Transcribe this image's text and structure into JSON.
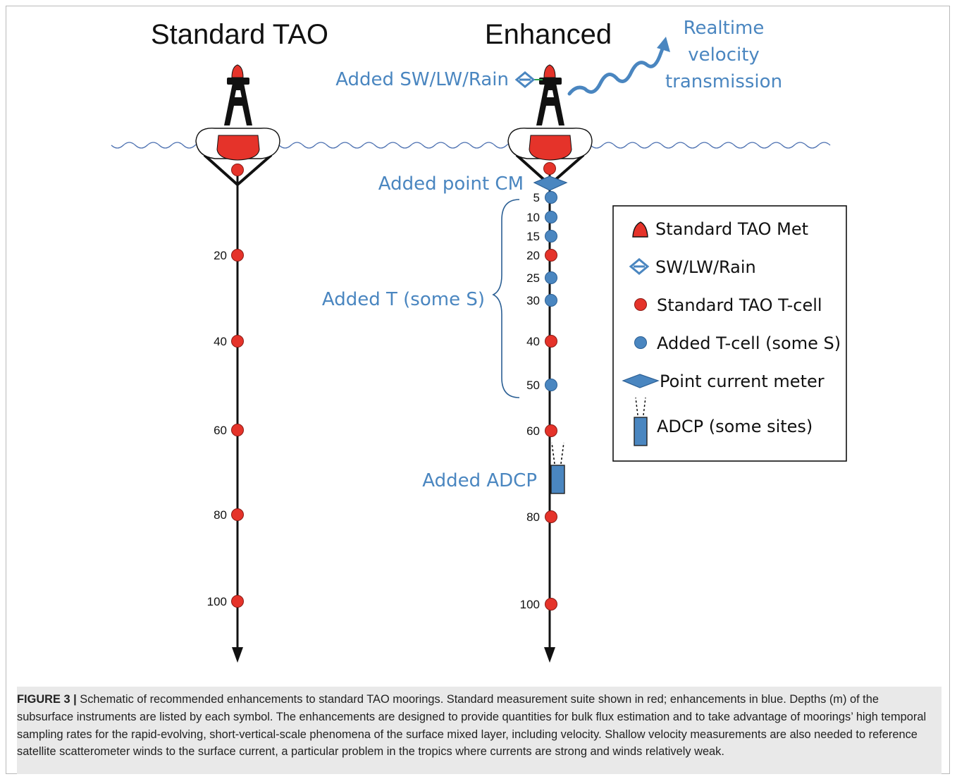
{
  "titles": {
    "standard": "Standard TAO",
    "enhanced": "Enhanced"
  },
  "labels": {
    "sw_lw_rain": "Added SW/LW/Rain",
    "realtime_line1": "Realtime",
    "realtime_line2": "velocity",
    "realtime_line3": "transmission",
    "point_cm": "Added point CM",
    "added_t": "Added T (some S)",
    "added_adcp": "Added ADCP"
  },
  "standard_depths": [
    "20",
    "40",
    "60",
    "80",
    "100"
  ],
  "enhanced_depths": [
    {
      "label": "5",
      "type": "added"
    },
    {
      "label": "10",
      "type": "added"
    },
    {
      "label": "15",
      "type": "added"
    },
    {
      "label": "20",
      "type": "standard"
    },
    {
      "label": "25",
      "type": "added"
    },
    {
      "label": "30",
      "type": "added"
    },
    {
      "label": "40",
      "type": "standard"
    },
    {
      "label": "50",
      "type": "added"
    },
    {
      "label": "60",
      "type": "standard"
    },
    {
      "label": "80",
      "type": "standard"
    },
    {
      "label": "100",
      "type": "standard"
    }
  ],
  "legend": {
    "items": [
      {
        "icon": "met-bell-icon",
        "label": "Standard TAO Met"
      },
      {
        "icon": "sw-lw-rain-sensor-icon",
        "label": "SW/LW/Rain"
      },
      {
        "icon": "red-circle-icon",
        "label": "Standard TAO T-cell"
      },
      {
        "icon": "blue-circle-icon",
        "label": "Added T-cell (some S)"
      },
      {
        "icon": "diamond-icon",
        "label": "Point current meter"
      },
      {
        "icon": "adcp-bar-icon",
        "label": "ADCP (some sites)"
      }
    ]
  },
  "caption": {
    "lead": "FIGURE 3 |",
    "text": " Schematic of recommended enhancements to standard TAO moorings. Standard measurement suite shown in red; enhancements in blue. Depths (m) of the subsurface instruments are listed by each symbol. The enhancements are designed to provide quantities for bulk flux estimation and to take advantage of moorings’ high temporal sampling rates for the rapid-evolving, short-vertical-scale phenomena of the surface mixed layer, including velocity. Shallow velocity measurements are also needed to reference satellite scatterometer winds to the surface current, a particular problem in the tropics where currents are strong and winds relatively weak."
  },
  "colors": {
    "red": "#e5332a",
    "blue": "#4a86c0",
    "dark": "#111111",
    "wave": "#4a6fb0"
  }
}
